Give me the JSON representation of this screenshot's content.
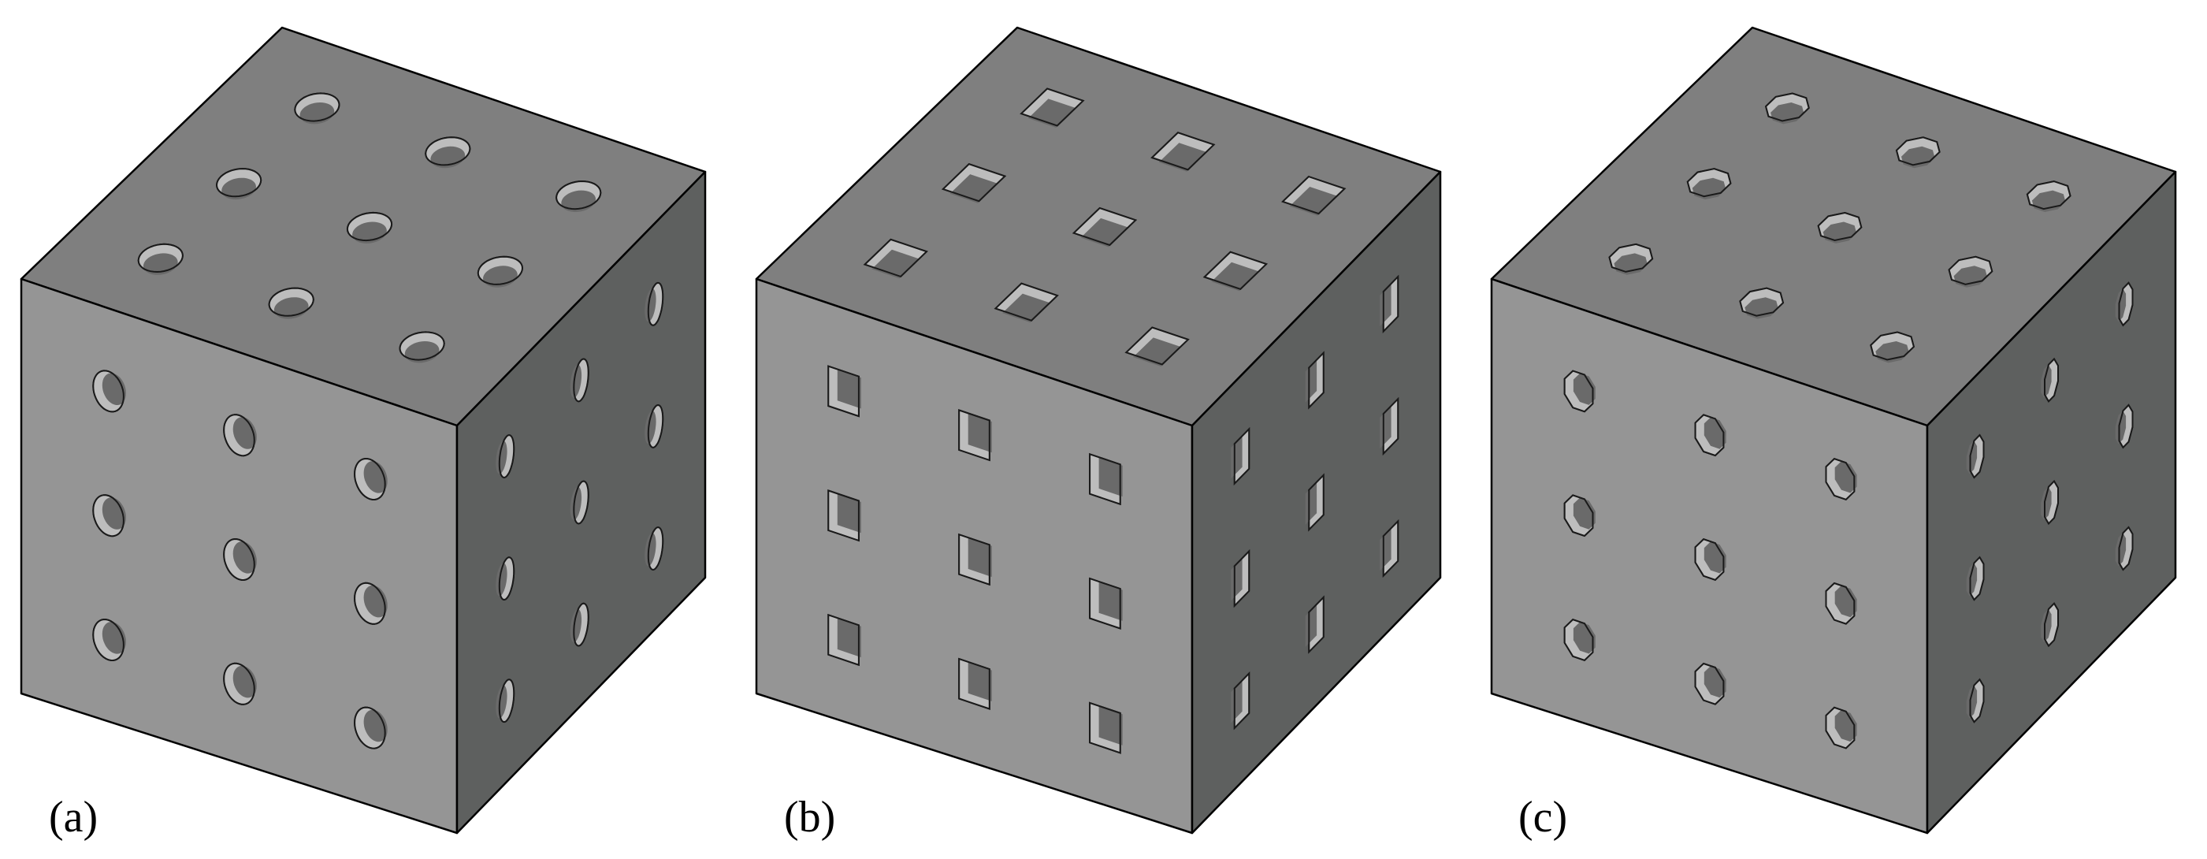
{
  "panels": [
    {
      "label": "(a)",
      "hole_shape": "circle"
    },
    {
      "label": "(b)",
      "hole_shape": "square"
    },
    {
      "label": "(c)",
      "hole_shape": "octagon"
    }
  ],
  "colors": {
    "top_face": "#7f7f7f",
    "front_face": "#959595",
    "side_face": "#5e605f",
    "edge": "#000000",
    "hole_dark": "#3a3a3a",
    "hole_mid": "#6a6a6a",
    "hole_light": "#bdbdbd"
  }
}
